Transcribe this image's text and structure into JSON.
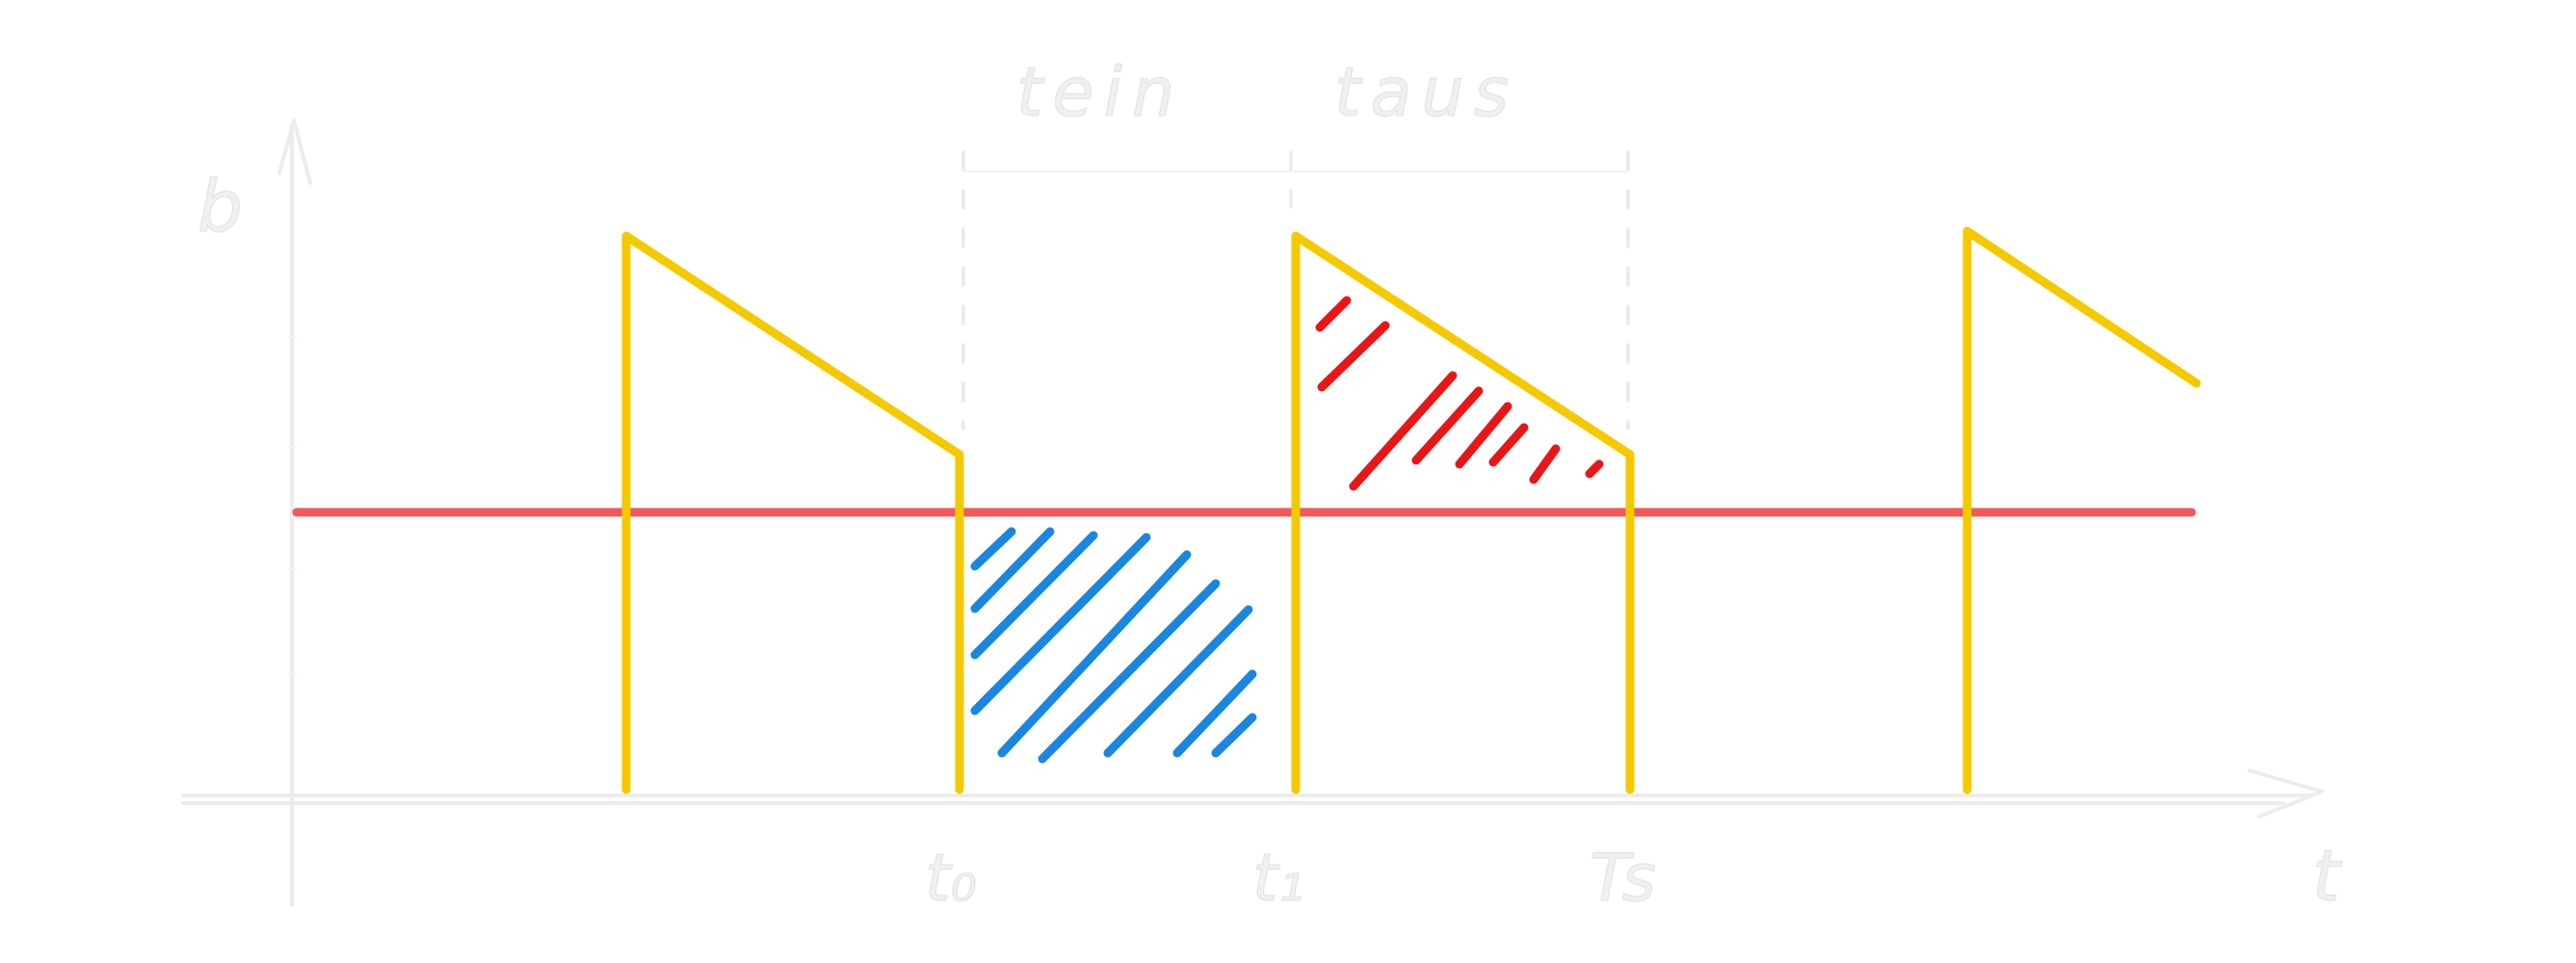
{
  "labels": {
    "y_axis": "b",
    "x_axis": "t",
    "t0": "t₀",
    "t1": "t₁",
    "ts": "Ts",
    "t_ein": "tein",
    "t_aus": "taus"
  },
  "colors": {
    "signal": "#f5c900",
    "mean_line": "#f05a5a",
    "area_below": "#1a86e0",
    "area_above": "#e81616",
    "axis": "#ececec"
  },
  "signal": {
    "shape": "sawtooth-pulse",
    "periods_shown": 3,
    "high_level": 1.0,
    "end_level": 0.61,
    "mean_level": 0.5
  }
}
